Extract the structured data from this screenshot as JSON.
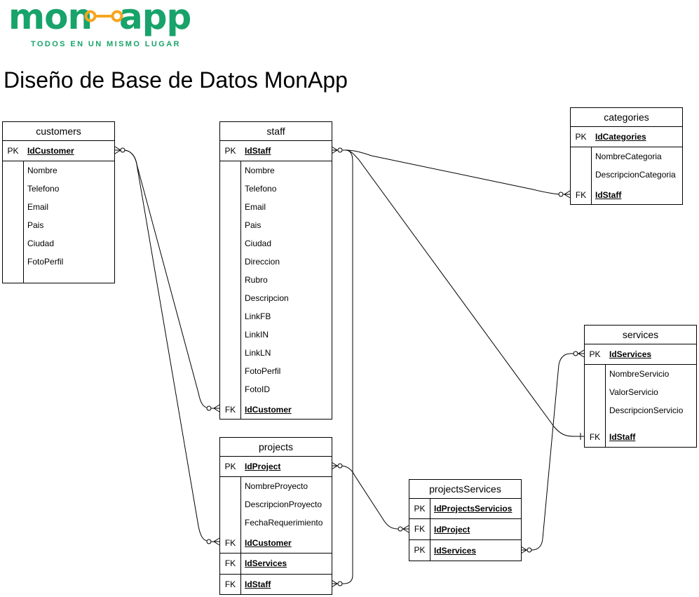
{
  "logo": {
    "text_left": "mon",
    "text_right": "app",
    "tagline": "TODOS EN UN MISMO LUGAR",
    "color_green": "#17a36a",
    "color_orange": "#f5a623"
  },
  "page": {
    "title": "Diseño de Base de Datos MonApp"
  },
  "entities": {
    "customers": {
      "title": "customers",
      "pk_label": "PK",
      "pk_field": "IdCustomer",
      "fields": [
        "Nombre",
        "Telefono",
        "Email",
        "Pais",
        "Ciudad",
        "FotoPerfil"
      ]
    },
    "staff": {
      "title": "staff",
      "pk_label": "PK",
      "pk_field": "IdStaff",
      "fields": [
        "Nombre",
        "Telefono",
        "Email",
        "Pais",
        "Ciudad",
        "Direccion",
        "Rubro",
        "Descripcion",
        "LinkFB",
        "LinkIN",
        "LinkLN",
        "FotoPerfil",
        "FotoID"
      ],
      "fk_label": "FK",
      "fk_field": "IdCustomer"
    },
    "categories": {
      "title": "categories",
      "pk_label": "PK",
      "pk_field": "IdCategories",
      "fields": [
        "NombreCategoria",
        "DescripcionCategoria"
      ],
      "fk_label": "FK",
      "fk_field": "IdStaff"
    },
    "services": {
      "title": "services",
      "pk_label": "PK",
      "pk_field": "IdServices",
      "fields": [
        "NombreServicio",
        "ValorServicio",
        "DescripcionServicio"
      ],
      "fk_label": "FK",
      "fk_field": "IdStaff"
    },
    "projects": {
      "title": "projects",
      "pk_label": "PK",
      "pk_field": "IdProject",
      "fields": [
        "NombreProyecto",
        "DescripcionProyecto",
        "FechaRequerimiento"
      ],
      "fk1_label": "FK",
      "fk1_field": "IdCustomer",
      "fk2_label": "FK",
      "fk2_field": "IdServices",
      "fk3_label": "FK",
      "fk3_field": "IdStaff"
    },
    "projectsServices": {
      "title": "projectsServices",
      "pk_label": "PK",
      "pk_field": "IdProjectsServicios",
      "fk_label": "FK",
      "fk_field": "IdProject",
      "pk2_label": "PK",
      "pk2_field": "IdServices"
    }
  }
}
